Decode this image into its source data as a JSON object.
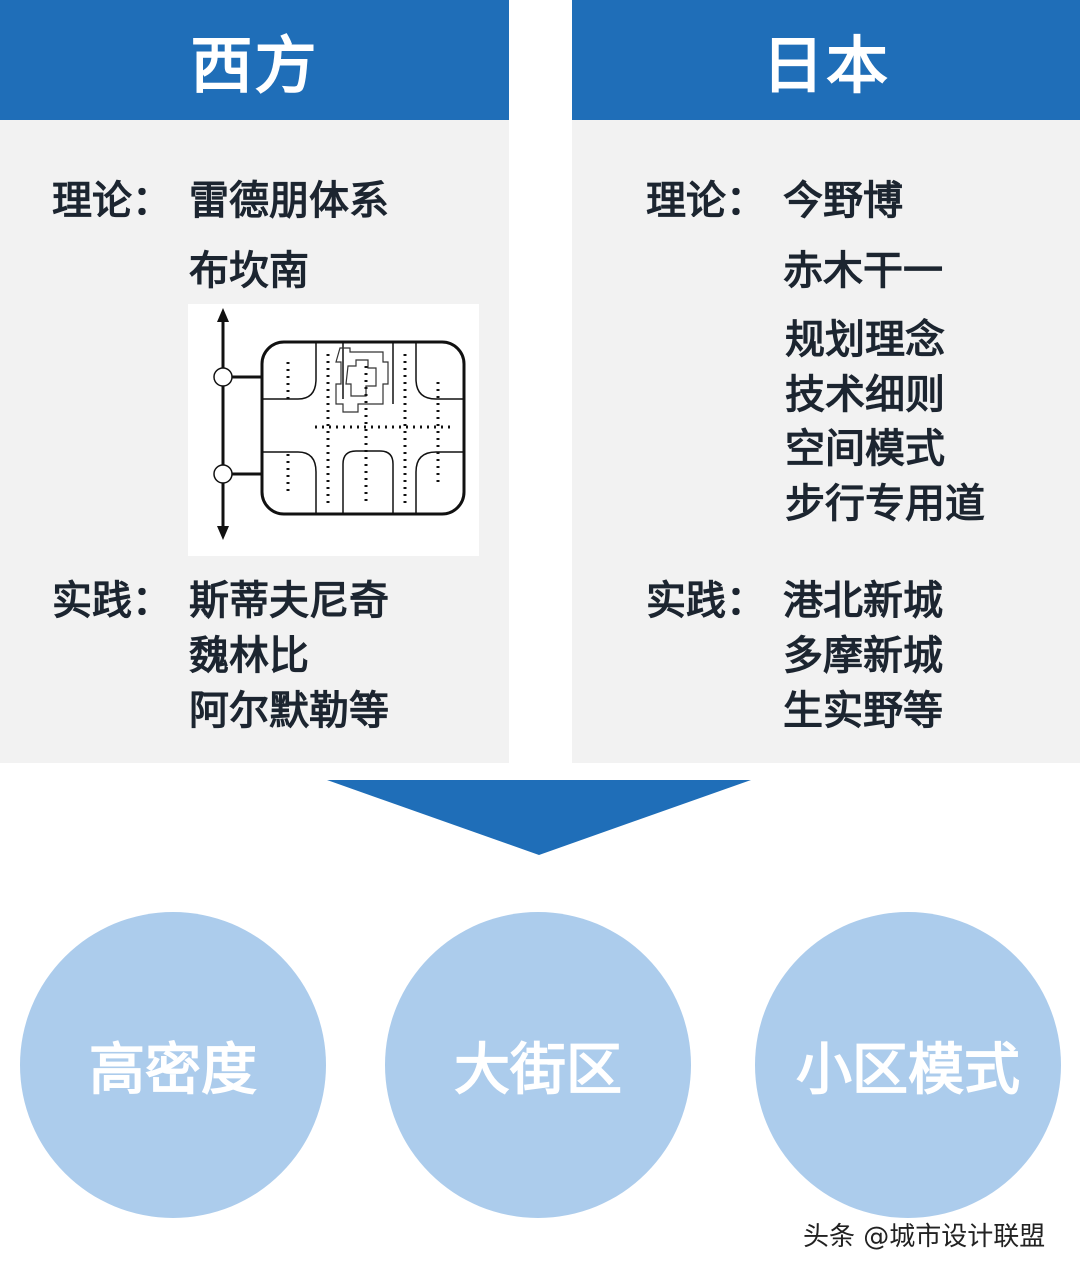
{
  "west": {
    "title": "西方",
    "theory_label": "理论：",
    "theory_items": [
      "雷德朋体系",
      "布坎南"
    ],
    "practice_label": "实践：",
    "practice_items": [
      "斯蒂夫尼奇",
      "魏林比",
      "阿尔默勒等"
    ],
    "diagram": "radburn-superblock-plan"
  },
  "japan": {
    "title": "日本",
    "theory_label": "理论：",
    "theory_items": [
      "今野博",
      "赤木干一",
      "规划理念",
      "技术细则",
      "空间模式",
      "步行专用道"
    ],
    "practice_label": "实践：",
    "practice_items": [
      "港北新城",
      "多摩新城",
      "生实野等"
    ]
  },
  "arrow": "down-arrow",
  "outcomes": [
    "高密度",
    "大街区",
    "小区模式"
  ],
  "watermark": "头条 @城市设计联盟",
  "colors": {
    "header_blue": "#1f6eb8",
    "panel_gray": "#f2f2f2",
    "circle_blue": "#acccec",
    "text_dark": "#1c2530"
  }
}
